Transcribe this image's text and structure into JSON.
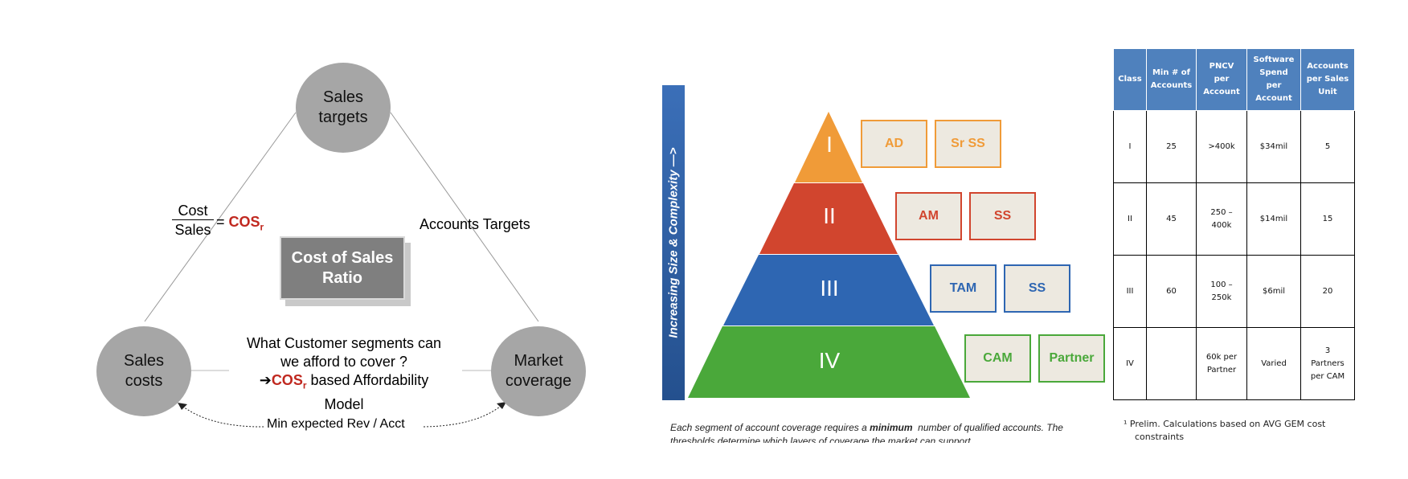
{
  "left_diagram": {
    "nodes": {
      "top": "Sales\ntargets",
      "left": "Sales\ncosts",
      "right": "Market\ncoverage"
    },
    "fraction": {
      "numerator": "Cost",
      "denominator": "Sales",
      "equals": "=",
      "result": "COS",
      "subscript": "r"
    },
    "accounts_label": "Accounts Targets",
    "center_box": "Cost of Sales\nRatio",
    "question": {
      "line1": "What Customer segments can",
      "line2": "we afford to cover ?",
      "arrow": "➔",
      "cos": "COS",
      "cos_sub": "r",
      "line3_rest": " based Affordability",
      "line4": "Model"
    },
    "bottom_label": "Min expected Rev / Acct"
  },
  "pyramid": {
    "side_bar_text": "Increasing Size & Complexity  —>",
    "layers": [
      {
        "label": "I",
        "color": "#f09b38",
        "boxes": [
          {
            "text": "AD",
            "color": "#f09b38"
          },
          {
            "text": "Sr SS",
            "color": "#f09b38"
          }
        ]
      },
      {
        "label": "II",
        "color": "#d1452e",
        "boxes": [
          {
            "text": "AM",
            "color": "#d1452e"
          },
          {
            "text": "SS",
            "color": "#d1452e"
          }
        ]
      },
      {
        "label": "III",
        "color": "#2e66b2",
        "boxes": [
          {
            "text": "TAM",
            "color": "#2e66b2"
          },
          {
            "text": "SS",
            "color": "#2e66b2"
          }
        ]
      },
      {
        "label": "IV",
        "color": "#4aa83a",
        "boxes": [
          {
            "text": "CAM",
            "color": "#4aa83a"
          },
          {
            "text": "Partner",
            "color": "#4aa83a"
          }
        ]
      }
    ],
    "footnote_pre": "Each segment of account coverage requires a ",
    "footnote_bold": "minimum",
    "footnote_post": "  number of qualified accounts. The",
    "footnote_line2": "thresholds determine which layers of coverage the market can support"
  },
  "table": {
    "headers": [
      "Class",
      "Min # of\nAccounts",
      "PNCV\nper\nAccount",
      "Software\nSpend\nper\nAccount",
      "Accounts\nper Sales\nUnit"
    ],
    "rows": [
      [
        "I",
        "25",
        ">400k",
        "$34mil",
        "5"
      ],
      [
        "II",
        "45",
        "250 –\n400k",
        "$14mil",
        "15"
      ],
      [
        "III",
        "60",
        "100 –\n250k",
        "$6mil",
        "20"
      ],
      [
        "IV",
        "",
        "60k per\nPartner",
        "Varied",
        "3\nPartners\nper CAM"
      ]
    ],
    "footnote_line1": "¹ Prelim. Calculations based on AVG GEM cost",
    "footnote_line2": "constraints"
  }
}
